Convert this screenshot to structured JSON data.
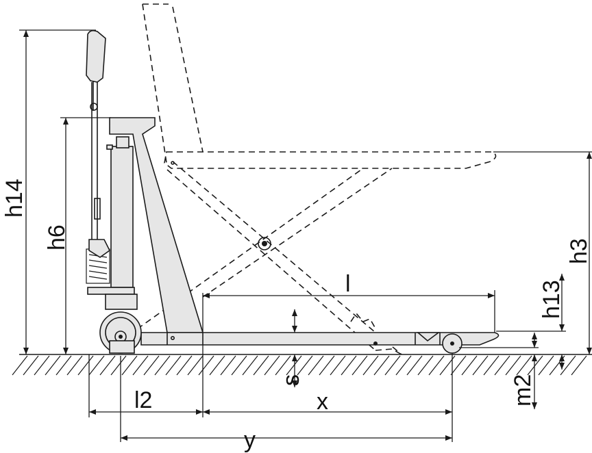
{
  "diagram": {
    "colors": {
      "ink": "#1a1a1a",
      "body_fill": "#e6e6e6",
      "background": "#ffffff"
    },
    "dimension_labels": {
      "h14": "h14",
      "h6": "h6",
      "h3": "h3",
      "h13": "h13",
      "l": "l",
      "l2": "l2",
      "x": "x",
      "y": "y",
      "s": "s",
      "m2": "m2"
    }
  }
}
